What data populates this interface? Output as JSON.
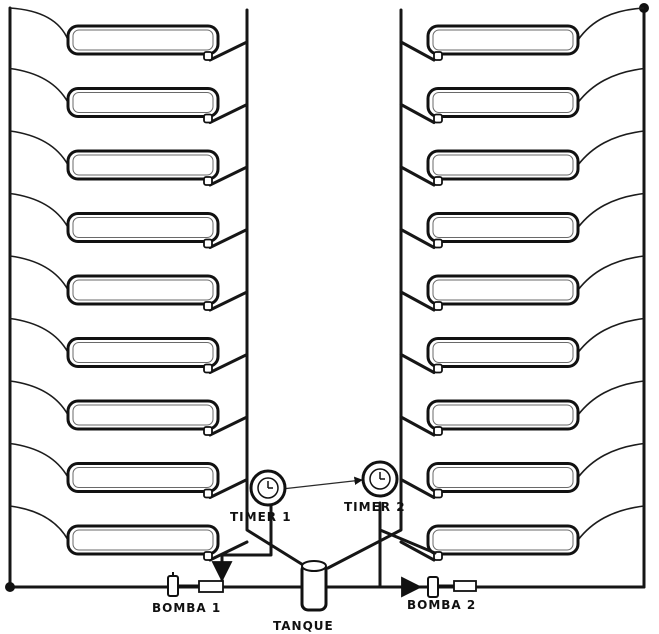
{
  "labels": {
    "timer1": "TIMER 1",
    "timer2": "TIMER 2",
    "pump1": "BOMBA 1",
    "pump2": "BOMBA 2",
    "tank": "TANQUE"
  },
  "racks": {
    "left_tubes": 9,
    "right_tubes": 9
  },
  "icons": {
    "timer": "clock-icon",
    "pump": "pump-icon",
    "tank": "tank-icon"
  }
}
